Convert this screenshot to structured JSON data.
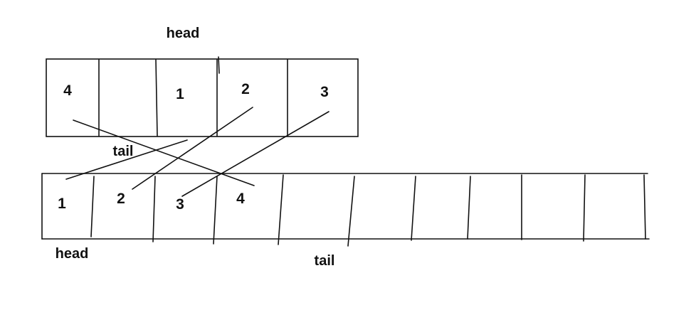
{
  "colors": {
    "ink": "#111111",
    "background": "#ffffff"
  },
  "old_array": {
    "head_label": "head",
    "tail_label": "tail",
    "cells": [
      "4",
      "",
      "1",
      "2",
      "3"
    ]
  },
  "new_array": {
    "head_label": "head",
    "tail_label": "tail",
    "cells": [
      "1",
      "2",
      "3",
      "4",
      "",
      "",
      "",
      "",
      "",
      ""
    ]
  }
}
